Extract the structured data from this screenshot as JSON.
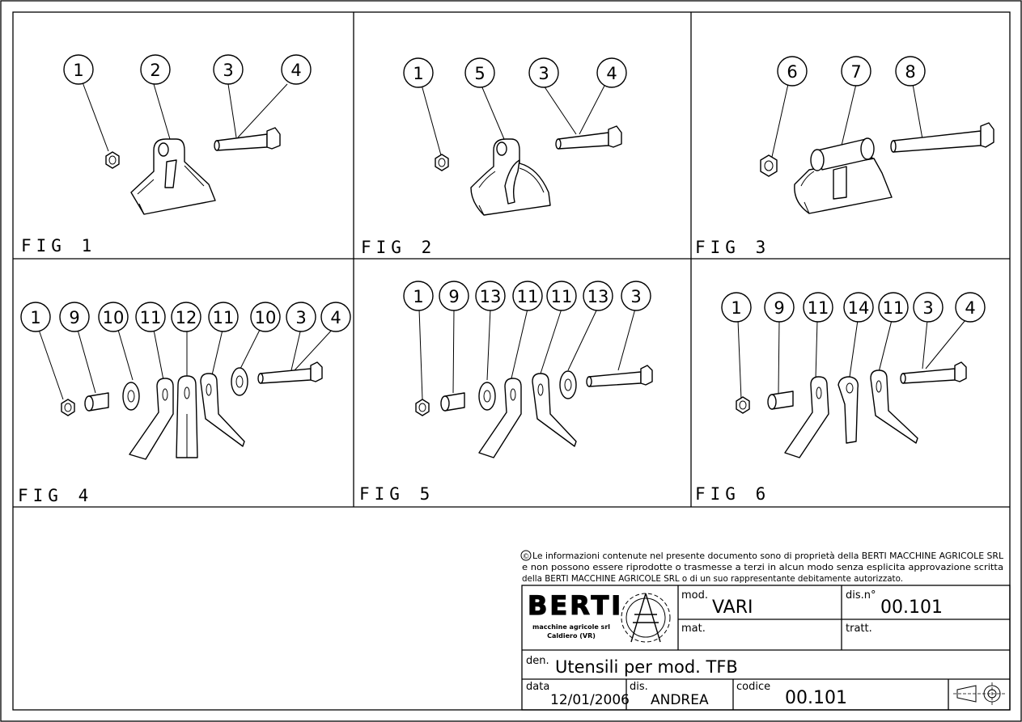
{
  "figures": [
    {
      "label": "FIG 1",
      "balloons": [
        "1",
        "2",
        "3",
        "4"
      ]
    },
    {
      "label": "FIG 2",
      "balloons": [
        "1",
        "5",
        "3",
        "4"
      ]
    },
    {
      "label": "FIG 3",
      "balloons": [
        "6",
        "7",
        "8"
      ]
    },
    {
      "label": "FIG 4",
      "balloons": [
        "1",
        "9",
        "10",
        "11",
        "12",
        "11",
        "10",
        "3",
        "4"
      ]
    },
    {
      "label": "FIG 5",
      "balloons": [
        "1",
        "9",
        "13",
        "11",
        "11",
        "13",
        "3"
      ]
    },
    {
      "label": "FIG 6",
      "balloons": [
        "1",
        "9",
        "11",
        "14",
        "11",
        "3",
        "4"
      ]
    }
  ],
  "copyright": {
    "symbol": "©",
    "line1": "Le informazioni contenute nel presente documento sono di proprietà della BERTI MACCHINE AGRICOLE SRL",
    "line2": "e non possono essere riprodotte o trasmesse a terzi in alcun modo senza esplicita approvazione scritta",
    "line3": "della BERTI MACCHINE AGRICOLE SRL o di un suo rappresentante debitamente autorizzato."
  },
  "title_block": {
    "logo_text": "BERTI",
    "company_line1": "macchine agricole srl",
    "company_line2": "Caldiero (VR)",
    "mod_label": "mod.",
    "mod_value": "VARI",
    "disn_label": "dis.n°",
    "disn_value": "00.101",
    "mat_label": "mat.",
    "mat_value": "",
    "tratt_label": "tratt.",
    "tratt_value": "",
    "den_label": "den.",
    "den_value": "Utensili per mod. TFB",
    "data_label": "data",
    "data_value": "12/01/2006",
    "dis_label": "dis.",
    "dis_value": "ANDREA",
    "codice_label": "codice",
    "codice_value": "00.101"
  }
}
